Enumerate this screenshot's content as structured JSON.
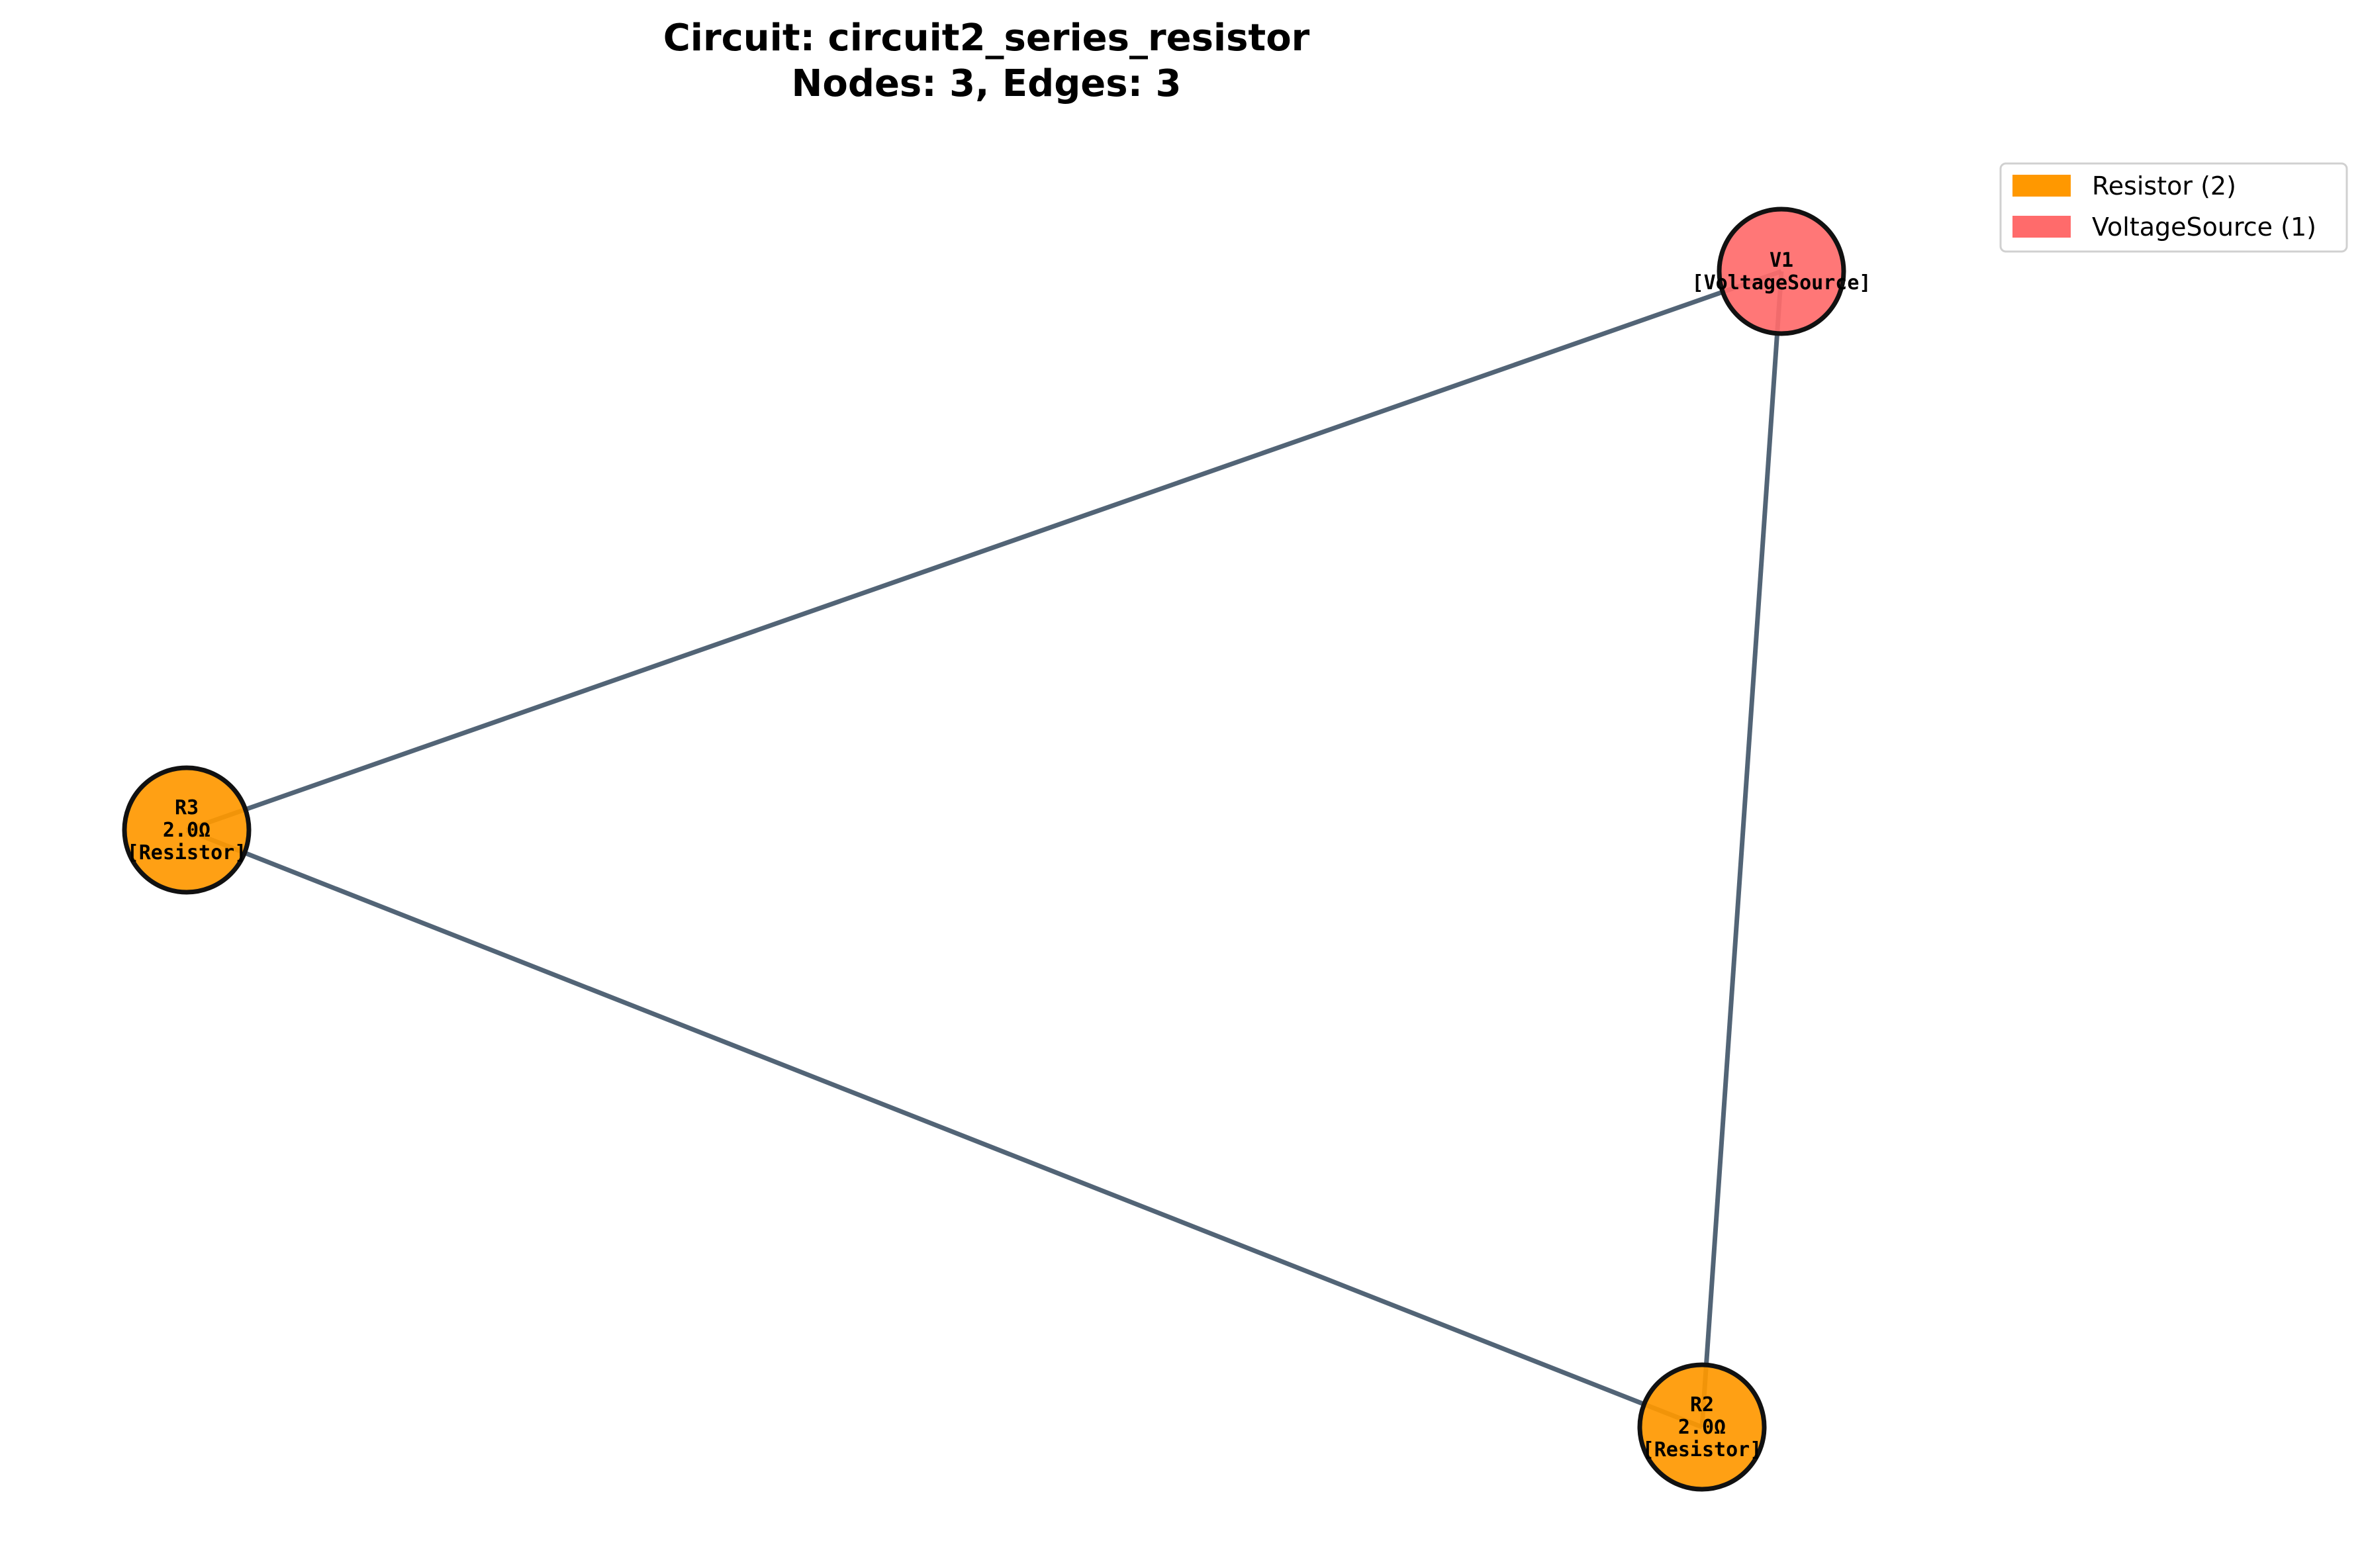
{
  "title": {
    "line1": "Circuit: circuit2_series_resistor",
    "line2": "Nodes: 3, Edges: 3"
  },
  "colors": {
    "resistor": "#FF9800",
    "voltage_source": "#FF6B6B",
    "edge": "#34495E",
    "node_border": "#111111"
  },
  "nodes": [
    {
      "id": "V1",
      "type": "VoltageSource",
      "lines": [
        "V1",
        "[VoltageSource]"
      ]
    },
    {
      "id": "R3",
      "type": "Resistor",
      "lines": [
        "R3",
        "2.0Ω",
        "[Resistor]"
      ]
    },
    {
      "id": "R2",
      "type": "Resistor",
      "lines": [
        "R2",
        "2.0Ω",
        "[Resistor]"
      ]
    }
  ],
  "edges": [
    {
      "source": "V1",
      "target": "R3"
    },
    {
      "source": "V1",
      "target": "R2"
    },
    {
      "source": "R3",
      "target": "R2"
    }
  ],
  "legend": {
    "items": [
      {
        "label": "Resistor (2)",
        "type": "Resistor"
      },
      {
        "label": "VoltageSource (1)",
        "type": "VoltageSource"
      }
    ]
  }
}
